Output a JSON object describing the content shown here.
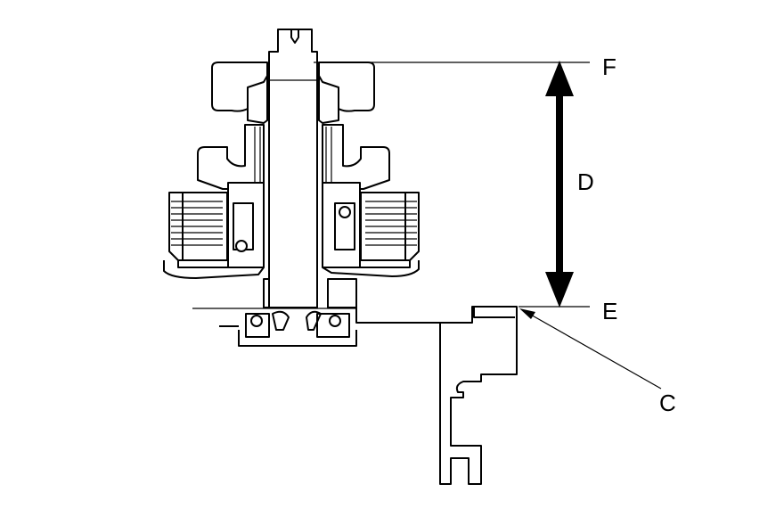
{
  "labels": {
    "f": "F",
    "d": "D",
    "e": "E",
    "c": "C"
  },
  "colors": {
    "line": "#000000",
    "background": "#ffffff"
  }
}
